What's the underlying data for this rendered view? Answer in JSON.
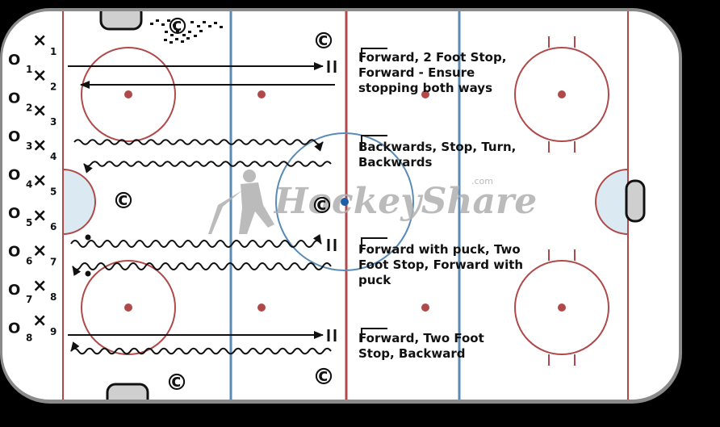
{
  "rink": {
    "board_color": "#8a8a8a",
    "ice_color": "#ffffff",
    "red_line_color": "#b04a4a",
    "blue_line_color": "#5a8bb5",
    "crease_fill": "#dbe9f2",
    "dot_color": "#b04a4a",
    "center_dot_color": "#1f5fa8",
    "net_fill": "#cfcfcf"
  },
  "watermark": {
    "brand": "HockeyShare",
    "suffix": ".com",
    "color": "#b0b0b0"
  },
  "coach_symbol": "©",
  "players": {
    "x_mark": "×",
    "o_mark": "O",
    "x_numbers": [
      "1",
      "2",
      "3",
      "4",
      "5",
      "6",
      "7",
      "8",
      "9"
    ],
    "o_numbers": [
      "1",
      "2",
      "3",
      "4",
      "5",
      "6",
      "7",
      "8"
    ]
  },
  "drills": [
    {
      "line1": "Forward, 2 Foot Stop,",
      "line2": "Forward - Ensure",
      "line3": "stopping both ways"
    },
    {
      "line1": "Backwards, Stop, Turn,",
      "line2": "Backwards"
    },
    {
      "line1": "Forward with puck, Two",
      "line2": "Foot Stop, Forward with",
      "line3": "puck"
    },
    {
      "line1": "Forward, Two Foot",
      "line2": "Stop, Backward"
    }
  ]
}
